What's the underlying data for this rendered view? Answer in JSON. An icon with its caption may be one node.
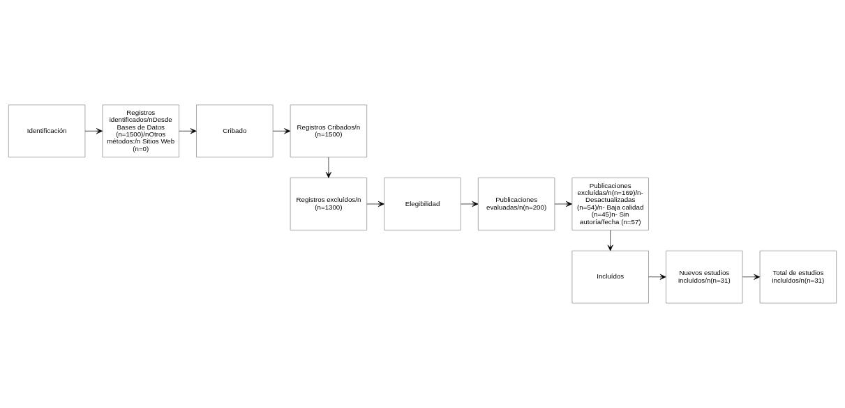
{
  "diagram": {
    "nodes": [
      {
        "text": [
          "Identificación"
        ]
      },
      {
        "text": [
          "Registros identificados/nDesde Bases de Datos (n=1500)/nOtros métodos:/n Sitios Web (n=0)"
        ]
      },
      {
        "text": [
          "Cribado"
        ]
      },
      {
        "text": [
          "Registros Cribados/n (n=1500)"
        ]
      },
      {
        "text": [
          "Registros excluídos/n (n=1300)"
        ]
      },
      {
        "text": [
          "Elegibilidad"
        ]
      },
      {
        "text": [
          "Publicaciones evaluadas/n(n=200)"
        ]
      },
      {
        "text": [
          "Publicaciones excluídas/n(n=169)/n- Desactualizadas (n=54)/n- Baja calidad (n=45)n- Sin autoría/fecha (n=57)"
        ]
      },
      {
        "text": [
          "Incluídos"
        ]
      },
      {
        "text": [
          "Nuevos estudios incluídos/n(n=31)"
        ]
      },
      {
        "text": [
          "Total de estudios incluídos/n(n=31)"
        ]
      }
    ],
    "edges": [
      {
        "from": 0,
        "to": 1,
        "arrow": "to"
      },
      {
        "from": 1,
        "to": 2,
        "arrow": "to"
      },
      {
        "from": 2,
        "to": 3,
        "arrow": "to"
      },
      {
        "from": 3,
        "to": 4,
        "arrow": "to"
      },
      {
        "from": 4,
        "to": 5,
        "arrow": "to"
      },
      {
        "from": 5,
        "to": 6,
        "arrow": "to"
      },
      {
        "from": 6,
        "to": 7,
        "arrow": "to"
      },
      {
        "from": 7,
        "to": 8,
        "arrow": "to"
      },
      {
        "from": 8,
        "to": 9,
        "arrow": "to"
      },
      {
        "from": 9,
        "to": 10,
        "arrow": "to"
      }
    ]
  }
}
